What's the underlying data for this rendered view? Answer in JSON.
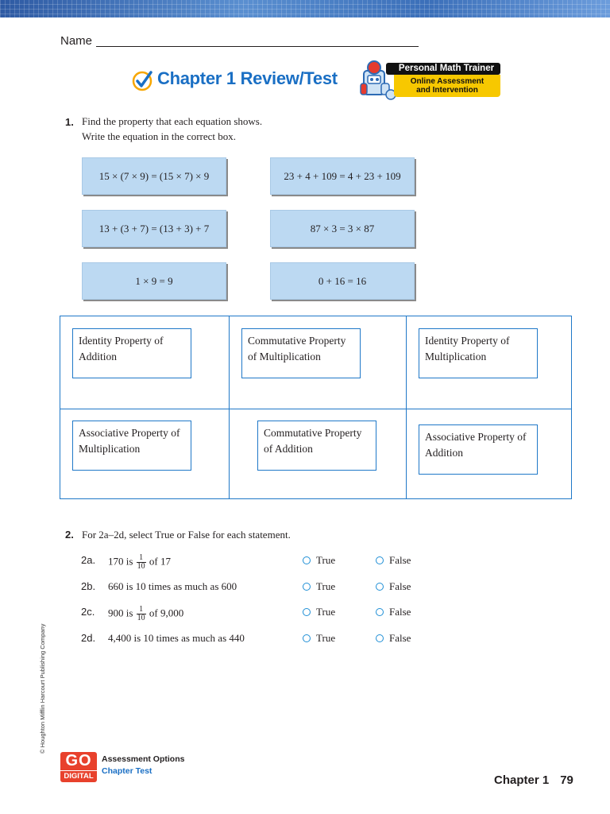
{
  "header": {
    "name_label": "Name"
  },
  "title": {
    "text": "Chapter 1 Review/Test"
  },
  "badge": {
    "heading": "Personal Math Trainer",
    "line1": "Online Assessment",
    "line2": "and Intervention",
    "accent": "#f7c800"
  },
  "q1": {
    "number": "1.",
    "line1": "Find the property that each equation shows.",
    "line2": "Write the equation in the correct box.",
    "equations": [
      "15 × (7 × 9) = (15 × 7) × 9",
      "23 + 4 + 109 = 4 + 23 + 109",
      "13 + (3 + 7) = (13 + 3) + 7",
      "87 × 3 = 3 × 87",
      "1 × 9 = 9",
      "0 + 16 = 16"
    ],
    "properties": [
      {
        "line1": "Identity Property of",
        "line2": "Addition"
      },
      {
        "line1": "Commutative Property",
        "line2": "of Multiplication"
      },
      {
        "line1": "Identity Property of",
        "line2": "Multiplication"
      },
      {
        "line1": "Associative Property of",
        "line2": "Multiplication"
      },
      {
        "line1": "Commutative Property",
        "line2": "of Addition"
      },
      {
        "line1": "Associative Property of",
        "line2": "Addition"
      }
    ]
  },
  "q2": {
    "number": "2.",
    "prompt": "For 2a–2d, select True or False for each statement.",
    "true_label": "True",
    "false_label": "False",
    "items": [
      {
        "label": "2a.",
        "pre": "170 is",
        "num": "1",
        "den": "10",
        "post": "of 17"
      },
      {
        "label": "2b.",
        "pre": "660 is 10 times as much as 600",
        "num": "",
        "den": "",
        "post": ""
      },
      {
        "label": "2c.",
        "pre": "900 is",
        "num": "1",
        "den": "10",
        "post": "of 9,000"
      },
      {
        "label": "2d.",
        "pre": "4,400 is 10 times as much as 440",
        "num": "",
        "den": "",
        "post": ""
      }
    ]
  },
  "footer": {
    "copyright": "© Houghton Mifflin Harcourt Publishing Company",
    "go_top": "GO",
    "go_bottom": "DIGITAL",
    "assess_line1": "Assessment Options",
    "assess_line2": "Chapter Test",
    "chapter": "Chapter 1",
    "page": "79"
  },
  "colors": {
    "title_blue": "#1a6fc4",
    "tile_blue": "#bcd9f2",
    "border_blue": "#1f78c8"
  }
}
